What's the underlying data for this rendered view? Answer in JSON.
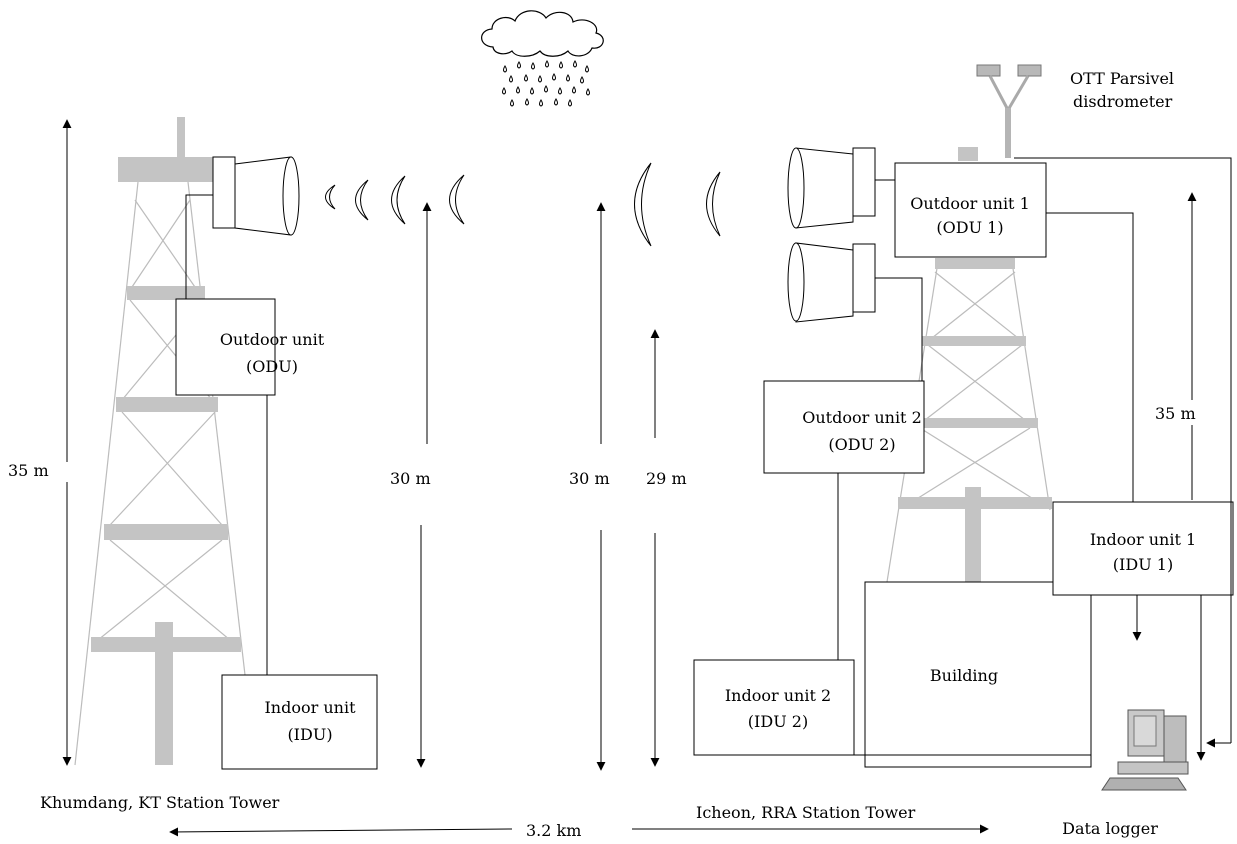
{
  "left_station": {
    "odu": [
      "Outdoor unit",
      "(ODU)"
    ],
    "idu": [
      "Indoor unit",
      "(IDU)"
    ],
    "tower_height": "35 m",
    "antenna_height": "30 m",
    "name": "Khumdang, KT Station Tower"
  },
  "right_station": {
    "odu1": [
      "Outdoor unit 1",
      "(ODU 1)"
    ],
    "odu2": [
      "Outdoor unit 2",
      "(ODU 2)"
    ],
    "idu1": [
      "Indoor unit 1",
      "(IDU 1)"
    ],
    "idu2": [
      "Indoor unit 2",
      "(IDU 2)"
    ],
    "building": "Building",
    "antenna1_height": "30 m",
    "antenna2_height": "29 m",
    "disdrometer_height": "35 m",
    "name": "Icheon, RRA Station Tower"
  },
  "disdrometer": [
    "OTT Parsivel",
    "disdrometer"
  ],
  "data_logger": "Data logger",
  "distance": "3.2 km",
  "icons": [
    "rain-cloud-icon",
    "dish-antenna-icon",
    "disdrometer-icon",
    "computer-icon"
  ]
}
